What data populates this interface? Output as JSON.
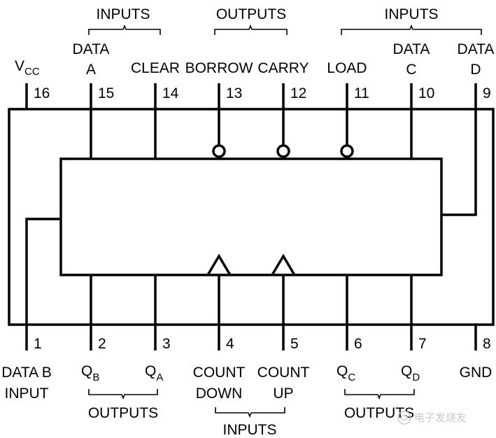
{
  "top_pins": [
    {
      "number": "16",
      "name": "V",
      "sub": "CC"
    },
    {
      "number": "15",
      "name_line1": "DATA",
      "name_line2": "A"
    },
    {
      "number": "14",
      "name": "CLEAR"
    },
    {
      "number": "13",
      "name": "BORROW"
    },
    {
      "number": "12",
      "name": "CARRY"
    },
    {
      "number": "11",
      "name": "LOAD"
    },
    {
      "number": "10",
      "name_line1": "DATA",
      "name_line2": "C"
    },
    {
      "number": "9",
      "name_line1": "DATA",
      "name_line2": "D"
    }
  ],
  "bottom_pins": [
    {
      "number": "1",
      "name_line1": "DATA B",
      "name_line2": "INPUT"
    },
    {
      "number": "2",
      "name": "Q",
      "sub": "B"
    },
    {
      "number": "3",
      "name": "Q",
      "sub": "A"
    },
    {
      "number": "4",
      "name_line1": "COUNT",
      "name_line2": "DOWN"
    },
    {
      "number": "5",
      "name_line1": "COUNT",
      "name_line2": "UP"
    },
    {
      "number": "6",
      "name": "Q",
      "sub": "C"
    },
    {
      "number": "7",
      "name": "Q",
      "sub": "D"
    },
    {
      "number": "8",
      "name": "GND"
    }
  ],
  "groups": {
    "top_left": "INPUTS",
    "top_middle": "OUTPUTS",
    "top_right": "INPUTS",
    "bottom_left": "OUTPUTS",
    "bottom_middle": "INPUTS",
    "bottom_right": "OUTPUTS"
  },
  "watermark": "电子发烧友",
  "colors": {
    "line": "#000000",
    "background": "#ffffff",
    "watermark": "#c9c9c9"
  }
}
